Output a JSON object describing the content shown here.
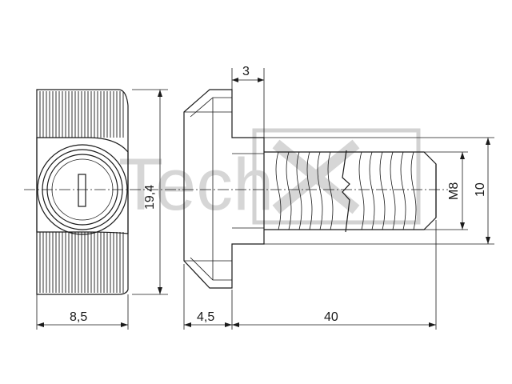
{
  "watermark": {
    "text": "Tech"
  },
  "dimensions": {
    "top_flange": "3",
    "height_front": "19,4",
    "width_front": "8,5",
    "head_thickness": "4,5",
    "screw_length": "40",
    "thread": "M8",
    "thread_outer": "10"
  }
}
